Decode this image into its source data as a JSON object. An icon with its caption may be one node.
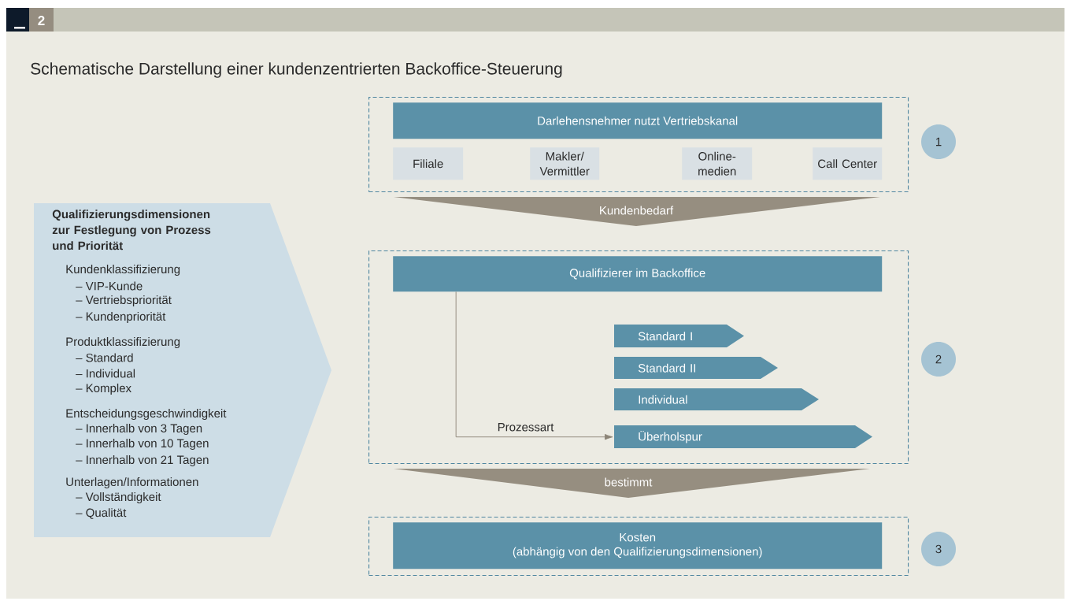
{
  "diagram": {
    "title": "Schematische Darstellung einer kundenzentrierten Backoffice-Steuerung",
    "nodes": [
      {
        "text": [],
        "shape": "box"
      },
      {
        "text": [
          "Darlehensnehmer nutzt Vertriebskanal"
        ],
        "in": 0
      },
      {
        "text": [
          "Filiale"
        ],
        "in": 0
      },
      {
        "text": [
          "Makler/ Vermittler"
        ],
        "in": 0
      },
      {
        "text": [
          "Online- medien"
        ],
        "in": 0
      },
      {
        "text": [
          "Call Center"
        ],
        "in": 0
      },
      {
        "text": [
          "1"
        ]
      },
      {
        "text": [
          "Kundenbedarf"
        ]
      },
      {
        "text": [],
        "shape": "box"
      },
      {
        "text": [
          "Qualifizierer im Backoffice"
        ],
        "in": 8
      },
      {
        "text": [
          "Standard I"
        ],
        "in": 8
      },
      {
        "text": [
          "Standard II"
        ],
        "in": 8
      },
      {
        "text": [
          "Individual"
        ],
        "in": 8
      },
      {
        "text": [
          "Überholspur"
        ],
        "in": 8
      },
      {
        "text": [
          "2"
        ]
      },
      {
        "text": [
          "bestimmt"
        ]
      },
      {
        "text": [],
        "shape": "box"
      },
      {
        "text": [
          "Kosten",
          "(abhängig von den Qualifizierungsdimensionen)"
        ],
        "in": 16
      },
      {
        "text": [
          "3"
        ]
      },
      {
        "text": [
          "Qualifizierungsdimensionen zur Festlegung von Prozess und Priorität",
          "Kundenklassifizierung",
          "– VIP-Kunde",
          "– Vertriebspriorität",
          "– Kundenpriorität",
          "Produktklassifizierung",
          "– Standard",
          "– Individual",
          "– Komplex",
          "Entscheidungsgeschwindigkeit",
          "– Innerhalb von 3 Tagen",
          "– Innerhalb von 10 Tagen",
          "– Innerhalb von 21 Tagen",
          "Unterlagen/Informationen",
          "– Vollständigkeit",
          "– Qualität"
        ]
      }
    ],
    "edges": [
      {
        "from": 9,
        "to": 13,
        "arrow": "to",
        "label": "Prozessart"
      }
    ],
    "labels": [
      "2"
    ]
  }
}
